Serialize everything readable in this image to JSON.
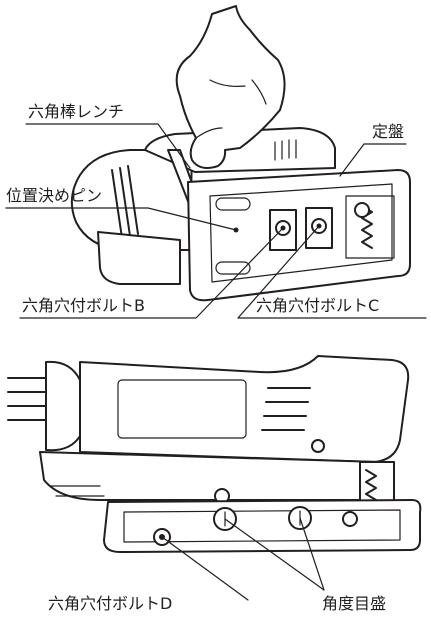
{
  "figure_top": {
    "labels": {
      "hex_wrench": "六角棒レンチ",
      "base_plate": "定盤",
      "positioning_pin": "位置決めピン",
      "bolt_b": "六角穴付ボルトB",
      "bolt_c": "六角穴付ボルトC"
    }
  },
  "figure_bottom": {
    "labels": {
      "bolt_d": "六角穴付ボルトD",
      "angle_scale": "角度目盛"
    }
  }
}
